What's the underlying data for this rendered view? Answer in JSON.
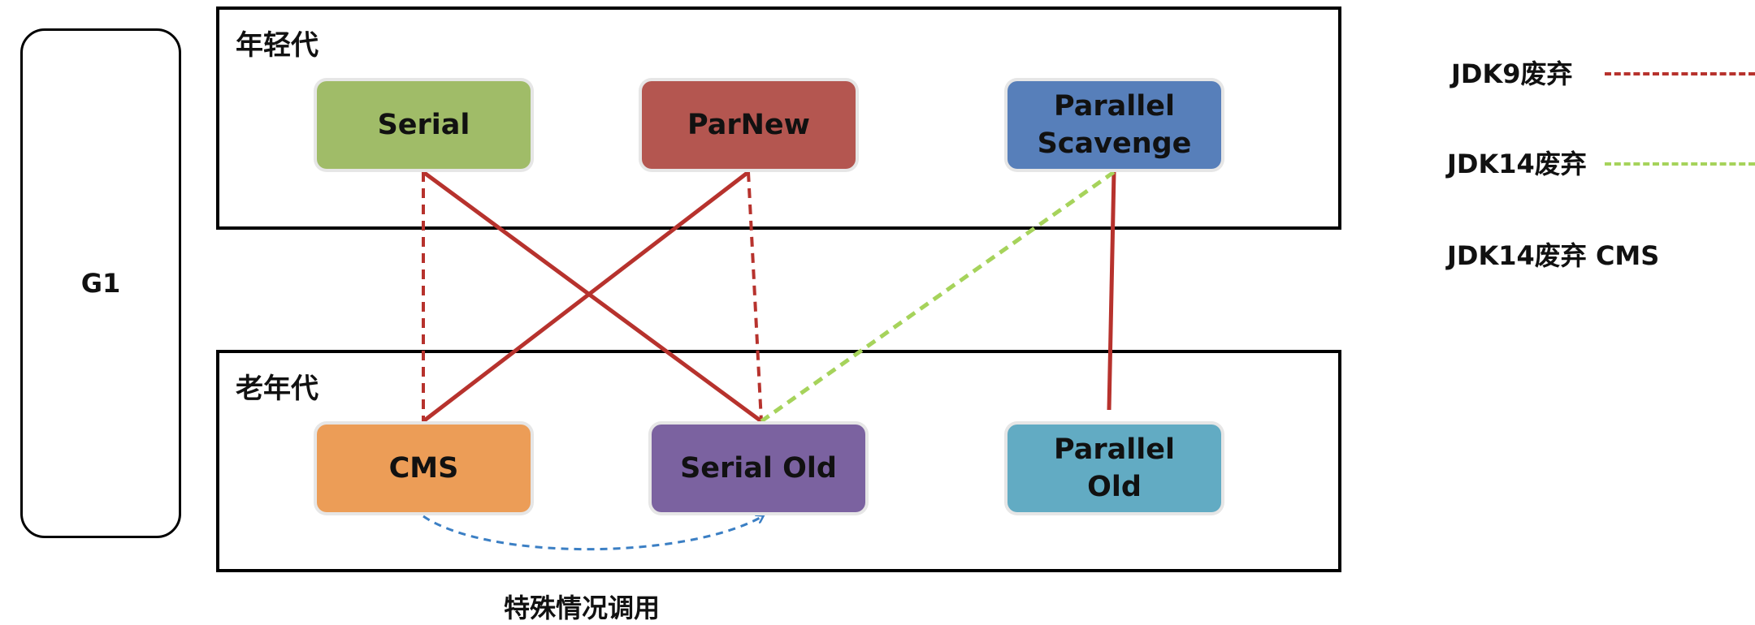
{
  "g1": {
    "label": "G1"
  },
  "regions": {
    "young": "年轻代",
    "old": "老年代"
  },
  "collectors": {
    "serial": "Serial",
    "parnew": "ParNew",
    "parallel_scavenge_line1": "Parallel",
    "parallel_scavenge_line2": "Scavenge",
    "cms": "CMS",
    "serial_old": "Serial Old",
    "parallel_old_line1": "Parallel",
    "parallel_old_line2": "Old"
  },
  "special_call_label": "特殊情况调用",
  "legend": {
    "jdk9": "JDK9废弃",
    "jdk14": "JDK14废弃",
    "jdk14_cms": "JDK14废弃 CMS"
  },
  "colors": {
    "serial": "#a0bc68",
    "parnew": "#b45650",
    "parallel_scavenge": "#577fba",
    "cms": "#ec9d57",
    "serial_old": "#7b62a0",
    "parallel_old": "#62abc3",
    "combo_line": "#b7322d",
    "jdk9_deprecated": "#b7322d",
    "jdk14_deprecated": "#a6d35b",
    "special_call": "#3b7fc4"
  }
}
